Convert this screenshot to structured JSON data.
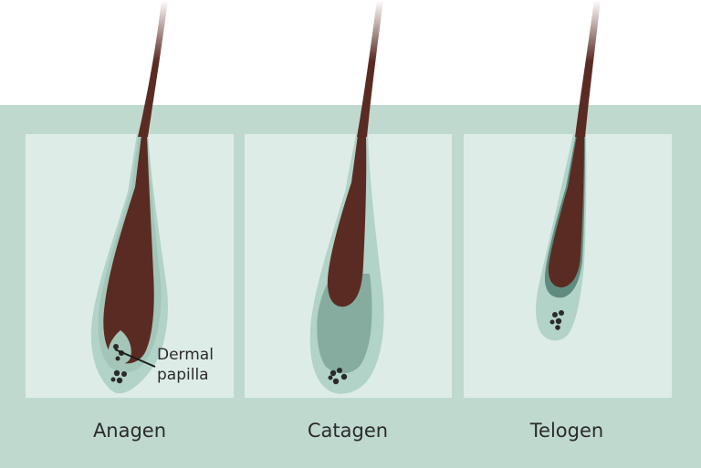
{
  "stages": [
    {
      "label": "Anagen"
    },
    {
      "label": "Catagen"
    },
    {
      "label": "Telogen"
    }
  ],
  "annotation": {
    "line1": "Dermal",
    "line2": "papilla"
  },
  "colors": {
    "skin": "#bfd9cf",
    "panel": "#deece8",
    "sheath_outer": "#b2d3c7",
    "sheath_inner": "#a3c6b9",
    "sheath_dark": "#5f8c7f",
    "hair": "#5a2b22",
    "papilla_cells": "#2a2a2a",
    "club_region": "#86ab9f"
  },
  "icons": [
    "anagen-follicle",
    "catagen-follicle",
    "telogen-follicle",
    "dermal-papilla-cells"
  ]
}
